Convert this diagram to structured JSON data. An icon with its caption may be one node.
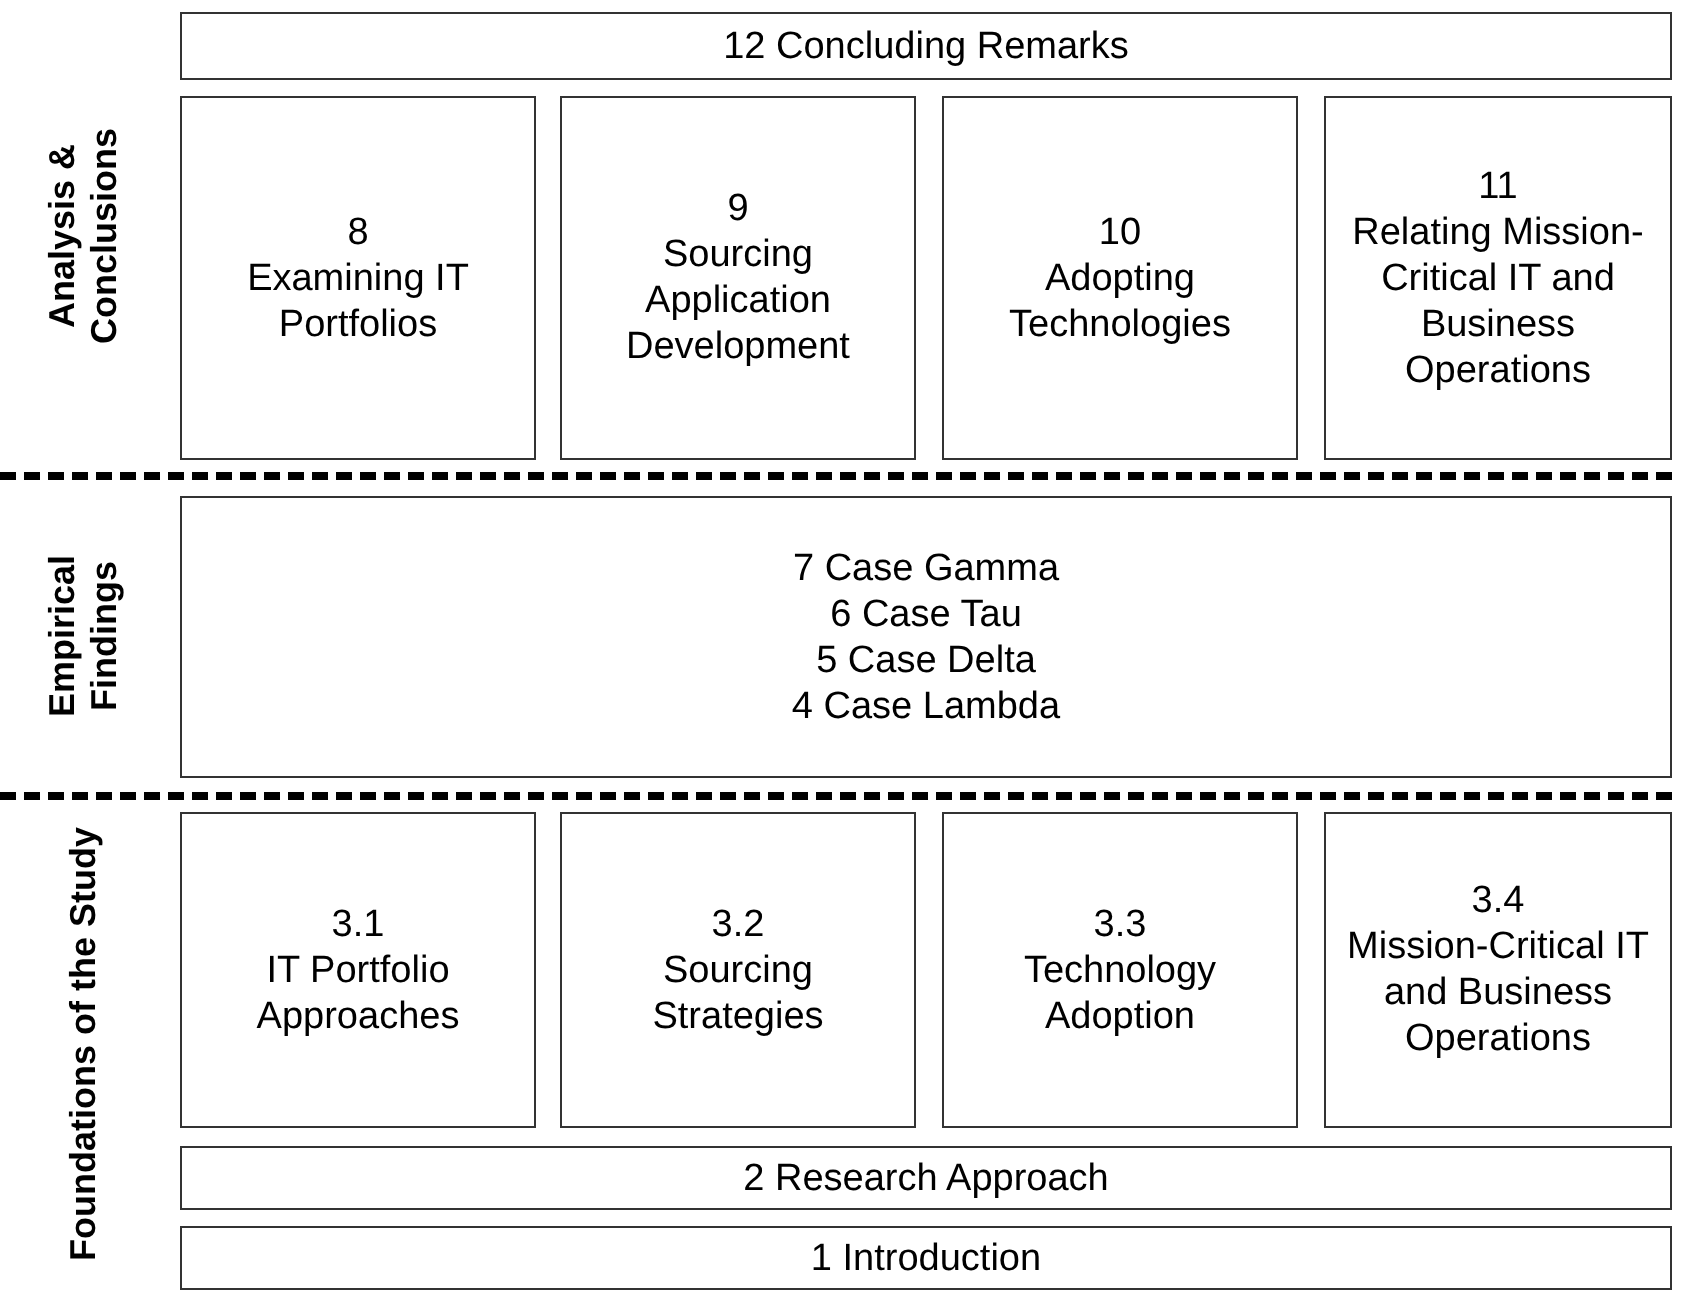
{
  "diagram": {
    "nodes": [
      {
        "text": [
          "12 Concluding Remarks"
        ]
      },
      {
        "text": [
          "8",
          "Examining IT Portfolios"
        ]
      },
      {
        "text": [
          "9",
          "Sourcing Application Development"
        ]
      },
      {
        "text": [
          "10",
          "Adopting Technologies"
        ]
      },
      {
        "text": [
          "11",
          "Relating Mission-Critical IT and Business Operations"
        ]
      },
      {
        "text": [
          "7 Case Gamma",
          "6 Case Tau",
          "5 Case Delta",
          "4 Case Lambda"
        ]
      },
      {
        "text": [
          "3.1",
          "IT Portfolio Approaches"
        ]
      },
      {
        "text": [
          "3.2",
          "Sourcing Strategies"
        ]
      },
      {
        "text": [
          "3.3",
          "Technology Adoption"
        ]
      },
      {
        "text": [
          "3.4",
          "Mission-Critical IT and Business Operations"
        ]
      },
      {
        "text": [
          "2 Research Approach"
        ]
      },
      {
        "text": [
          "1 Introduction"
        ]
      }
    ],
    "labels": [
      "Analysis & Conclusions",
      "Empirical Findings",
      "Foundations of the Study"
    ]
  }
}
